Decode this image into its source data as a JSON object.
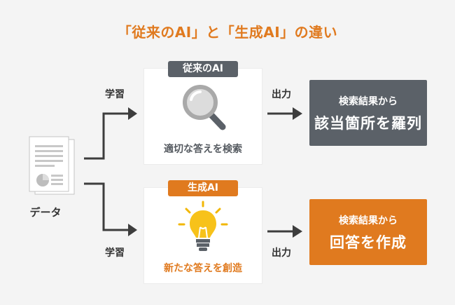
{
  "title": "「従来のAI」と「生成AI」の違い",
  "colors": {
    "accent": "#e07a1f",
    "traditional": "#5b6168",
    "generative": "#e07a1f",
    "arrow": "#3d3d3d"
  },
  "input": {
    "label": "データ",
    "icon": "document-icon"
  },
  "edges": {
    "learn_top": "学習",
    "learn_bottom": "学習",
    "output_top": "出力",
    "output_bottom": "出力"
  },
  "traditional": {
    "tag": "従来のAI",
    "icon": "magnifier-icon",
    "caption": "適切な答えを検索",
    "result_sub": "検索結果から",
    "result_main": "該当箇所を羅列"
  },
  "generative": {
    "tag": "生成AI",
    "icon": "lightbulb-icon",
    "caption": "新たな答えを創造",
    "result_sub": "検索結果から",
    "result_main": "回答を作成"
  }
}
